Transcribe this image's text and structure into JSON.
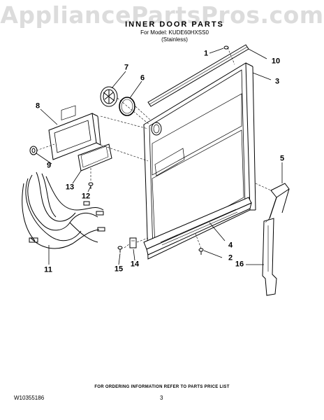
{
  "watermark": "AppliancePartsPros.com",
  "header": {
    "title": "INNER DOOR PARTS",
    "model_line": "For Model: KUDE60HXSS0",
    "variant": "(Stainless)"
  },
  "callouts": [
    "1",
    "10",
    "3",
    "7",
    "6",
    "8",
    "9",
    "13",
    "12",
    "5",
    "11",
    "4",
    "2",
    "16",
    "15",
    "14"
  ],
  "footer": {
    "note": "FOR ORDERING INFORMATION REFER TO PARTS PRICE LIST",
    "doc_number": "W10355186",
    "page_number": "3"
  }
}
